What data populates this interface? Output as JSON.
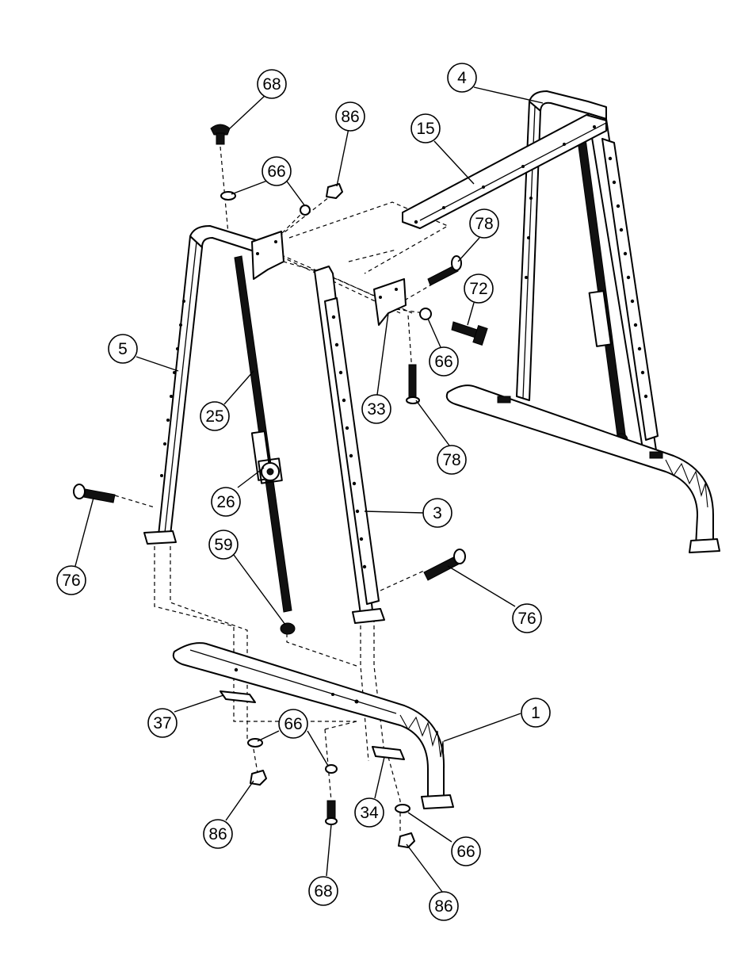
{
  "diagram": {
    "callouts": [
      {
        "id": "c-68-top",
        "label": "68"
      },
      {
        "id": "c-86-top",
        "label": "86"
      },
      {
        "id": "c-66-top",
        "label": "66"
      },
      {
        "id": "c-4",
        "label": "4"
      },
      {
        "id": "c-15",
        "label": "15"
      },
      {
        "id": "c-78-top",
        "label": "78"
      },
      {
        "id": "c-72",
        "label": "72"
      },
      {
        "id": "c-66-mid",
        "label": "66"
      },
      {
        "id": "c-33",
        "label": "33"
      },
      {
        "id": "c-78-mid",
        "label": "78"
      },
      {
        "id": "c-5",
        "label": "5"
      },
      {
        "id": "c-25",
        "label": "25"
      },
      {
        "id": "c-26",
        "label": "26"
      },
      {
        "id": "c-3",
        "label": "3"
      },
      {
        "id": "c-76-left",
        "label": "76"
      },
      {
        "id": "c-59",
        "label": "59"
      },
      {
        "id": "c-76-right",
        "label": "76"
      },
      {
        "id": "c-1",
        "label": "1"
      },
      {
        "id": "c-37",
        "label": "37"
      },
      {
        "id": "c-66-bl",
        "label": "66"
      },
      {
        "id": "c-34",
        "label": "34"
      },
      {
        "id": "c-66-br",
        "label": "66"
      },
      {
        "id": "c-86-bl",
        "label": "86"
      },
      {
        "id": "c-68-bottom",
        "label": "68"
      },
      {
        "id": "c-86-bottom",
        "label": "86"
      }
    ]
  }
}
